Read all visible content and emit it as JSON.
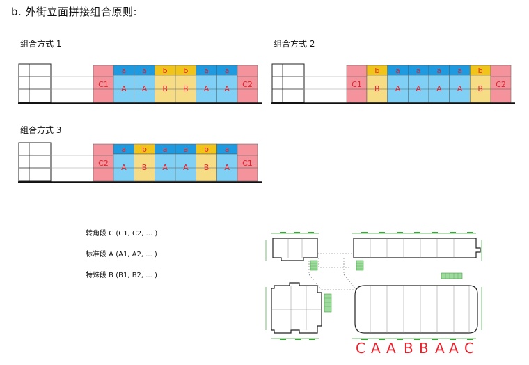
{
  "title": "b. 外街立面拼接组合原则:",
  "colors": {
    "c_segment": "#f4939b",
    "a_top": "#1e9be0",
    "a_bottom": "#7fd0f4",
    "b_top": "#f0c419",
    "b_bottom": "#f7dc86",
    "letter_red": "#e5232d",
    "guide_green": "#3aa63a"
  },
  "combos": [
    {
      "label": "组合方式 1",
      "left_end": "C1",
      "right_end": "C2",
      "units": [
        {
          "type": "a",
          "top": "a",
          "bottom": "A"
        },
        {
          "type": "a",
          "top": "a",
          "bottom": "A"
        },
        {
          "type": "b",
          "top": "b",
          "bottom": "B"
        },
        {
          "type": "b",
          "top": "b",
          "bottom": "B"
        },
        {
          "type": "a",
          "top": "a",
          "bottom": "A"
        },
        {
          "type": "a",
          "top": "a",
          "bottom": "A"
        }
      ]
    },
    {
      "label": "组合方式 2",
      "left_end": "C1",
      "right_end": "C2",
      "units": [
        {
          "type": "b",
          "top": "b",
          "bottom": "B"
        },
        {
          "type": "a",
          "top": "a",
          "bottom": "A"
        },
        {
          "type": "a",
          "top": "a",
          "bottom": "A"
        },
        {
          "type": "a",
          "top": "a",
          "bottom": "A"
        },
        {
          "type": "a",
          "top": "a",
          "bottom": "A"
        },
        {
          "type": "b",
          "top": "b",
          "bottom": "B"
        }
      ]
    },
    {
      "label": "组合方式 3",
      "left_end": "C2",
      "right_end": "C1",
      "units": [
        {
          "type": "a",
          "top": "a",
          "bottom": "A"
        },
        {
          "type": "b",
          "top": "b",
          "bottom": "B"
        },
        {
          "type": "a",
          "top": "a",
          "bottom": "A"
        },
        {
          "type": "a",
          "top": "a",
          "bottom": "A"
        },
        {
          "type": "b",
          "top": "b",
          "bottom": "B"
        },
        {
          "type": "a",
          "top": "a",
          "bottom": "A"
        }
      ]
    }
  ],
  "legend": [
    "转角段 C (C1, C2, ... )",
    "标准段 A (A1, A2, ... )",
    "特殊段 B (B1, B2, ... )"
  ],
  "sequence": [
    "C",
    "A",
    "A",
    "B",
    "B",
    "A",
    "A",
    "C"
  ]
}
